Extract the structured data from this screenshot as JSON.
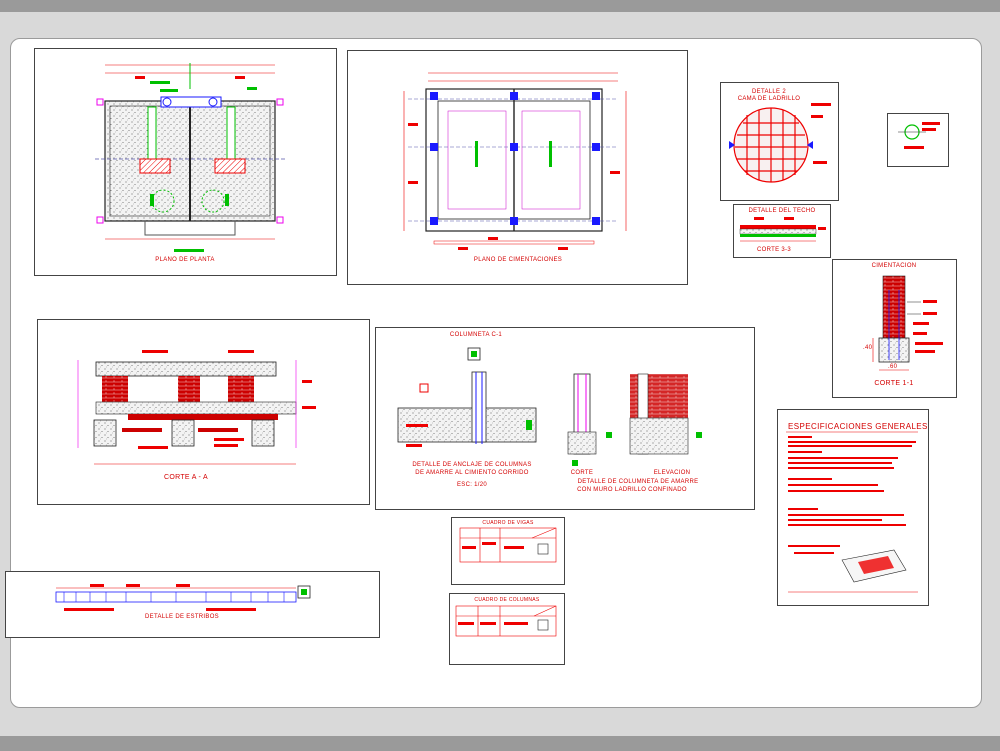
{
  "views": {
    "planta": {
      "title": "PLANO DE PLANTA"
    },
    "cimentaciones": {
      "title": "PLANO DE CIMENTACIONES"
    },
    "detalle2": {
      "title1": "DETALLE 2",
      "title2": "CAMA DE LADRILLO"
    },
    "techo": {
      "title": "DETALLE DEL TECHO",
      "cut": "CORTE 3-3"
    },
    "cimentacion": {
      "title": "CIMENTACION",
      "cut": "CORTE 1-1",
      "dim": ".60",
      "dim2": ".40"
    },
    "corte_aa": {
      "title": "CORTE A - A"
    },
    "anclaje": {
      "columneta": "COLUMNETA C-1",
      "title1": "DETALLE DE ANCLAJE DE COLUMNAS",
      "title2": "DE AMARRE AL CIMIENTO CORRIDO",
      "scale": "ESC: 1/20",
      "corte": "CORTE",
      "elevacion": "ELEVACION",
      "title3": "DETALLE DE COLUMNETA DE AMARRE",
      "title4": "CON MURO LADRILLO CONFINADO"
    },
    "cuadro_vigas": {
      "title": "CUADRO DE VIGAS"
    },
    "cuadro_columnas": {
      "title": "CUADRO DE COLUMNAS"
    },
    "estribos": {
      "title": "DETALLE DE ESTRIBOS"
    },
    "especificaciones": {
      "title": "ESPECIFICACIONES GENERALES"
    }
  },
  "colors": {
    "red": "#e00000",
    "blue": "#1a1aff",
    "green": "#00c000",
    "magenta": "#e000e0",
    "dark": "#222222"
  }
}
